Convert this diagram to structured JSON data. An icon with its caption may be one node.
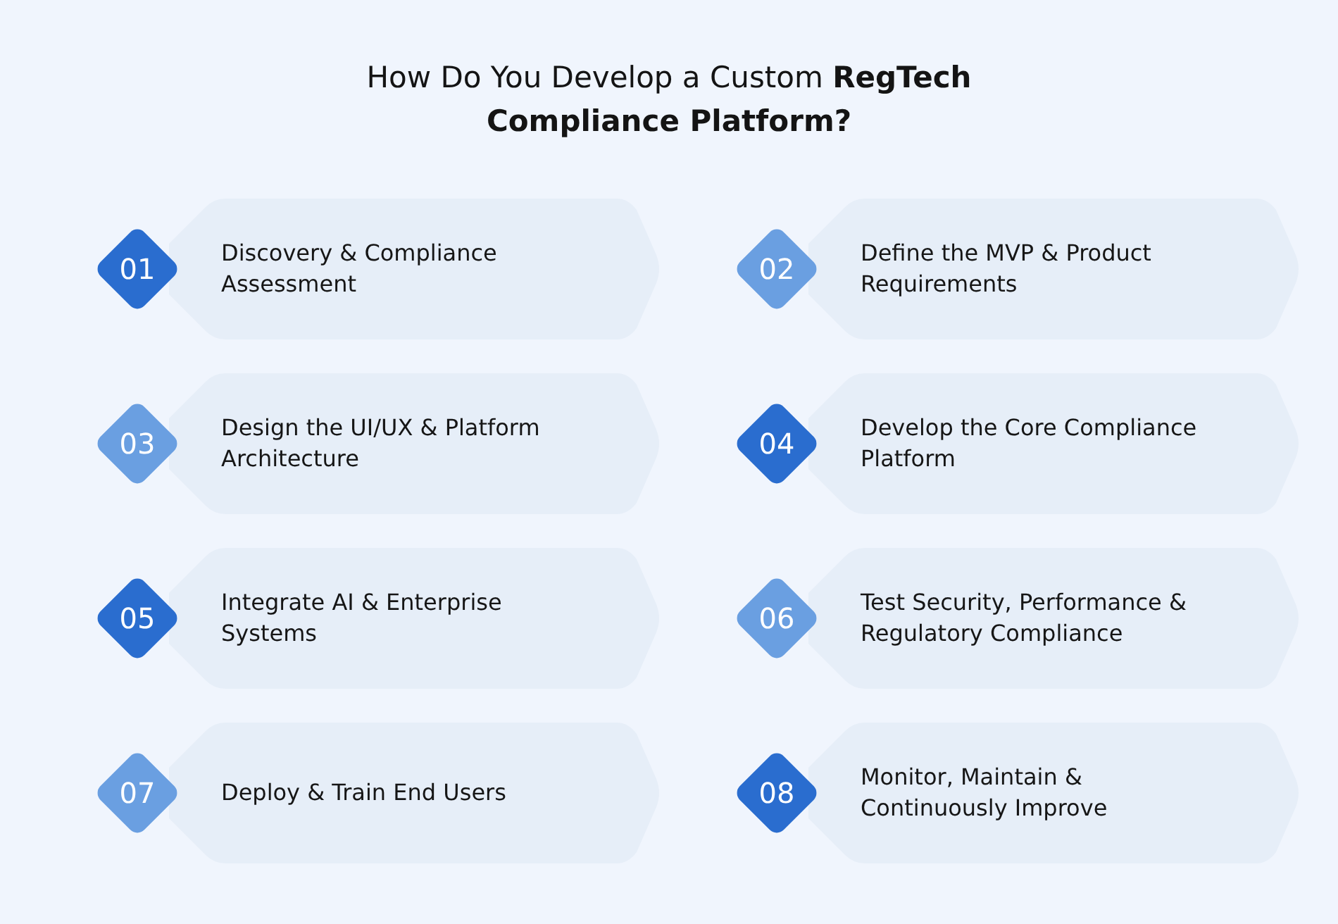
{
  "diagram": {
    "title": "How Do You Develop a Custom **RegTech Compliance Platform?**",
    "nodes": [
      {
        "text": [
          "01",
          "Discovery & Compliance Assessment"
        ]
      },
      {
        "text": [
          "02",
          "Define the MVP & Product Requirements"
        ]
      },
      {
        "text": [
          "03",
          "Design the UI/UX & Platform Architecture"
        ]
      },
      {
        "text": [
          "04",
          "Develop the Core Compliance Platform"
        ]
      },
      {
        "text": [
          "05",
          "Integrate AI & Enterprise Systems"
        ]
      },
      {
        "text": [
          "06",
          "Test Security, Performance & Regulatory Compliance"
        ]
      },
      {
        "text": [
          "07",
          "Deploy & Train End Users"
        ]
      },
      {
        "text": [
          "08",
          "Monitor, Maintain & Continuously Improve"
        ]
      }
    ]
  }
}
